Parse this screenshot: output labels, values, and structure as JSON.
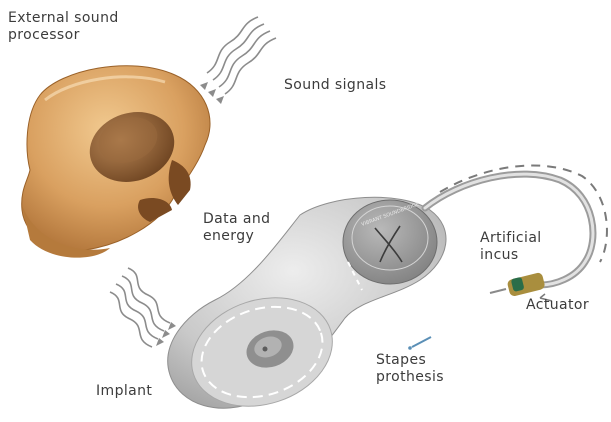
{
  "labels": {
    "external_processor": [
      "External sound",
      "processor"
    ],
    "sound_signals": "Sound signals",
    "data_energy": [
      "Data and",
      "energy"
    ],
    "artificial_incus": [
      "Artificial",
      "incus"
    ],
    "actuator": "Actuator",
    "stapes_prosthesis": [
      "Stapes",
      "prothesis"
    ],
    "implant": "Implant"
  },
  "colors": {
    "processor_gold": "#d9a060",
    "processor_shadow": "#a96c32",
    "implant_grey": "#c9c9c9",
    "implant_dark": "#8e8e8e",
    "signal_waves": "#8c8c8c",
    "label_text": "#3c3c3c"
  }
}
